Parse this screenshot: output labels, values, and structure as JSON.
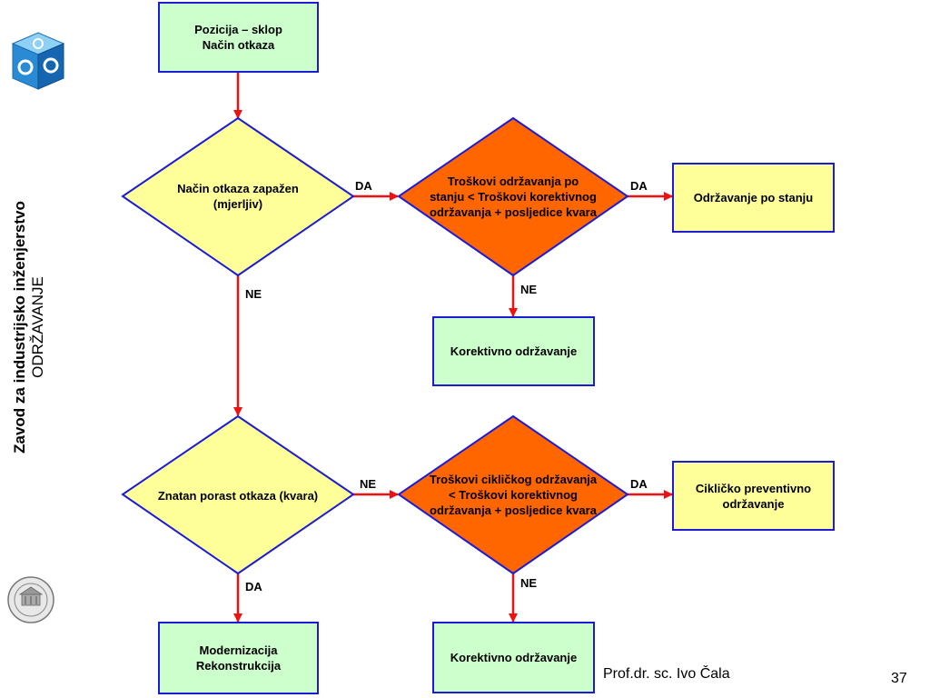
{
  "sidebar": {
    "institution": "Zavod za industrijsko inženjerstvo",
    "department": "ODRŽAVANJE"
  },
  "colors": {
    "process_fill": "#ccffcc",
    "decision_fill": "#ffff99",
    "cost_decision_fill": "#ff6600",
    "result_fill": "#ffff99",
    "border": "#1c1cd6",
    "arrow": "#ee1111"
  },
  "icons": [
    "logo-cube-icon",
    "university-seal-icon"
  ],
  "nodes": {
    "start": "Pozicija – sklop\nNačin otkaza",
    "decision_observed": "Način otkaza zapažen\n(mjerljiv)",
    "decision_cost_condition": "Troškovi održavanja po\nstanju < Troškovi korektivnog\nodržavanja + posljedice kvara",
    "result_condition_maintenance": "Održavanje po stanju",
    "result_corrective_1": "Korektivno održavanje",
    "decision_failure_rate": "Znatan porast otkaza (kvara)",
    "decision_cost_cyclic": "Troškovi cikličkog održavanja\n< Troškovi korektivnog\nodržavanja + posljedice kvara",
    "result_cyclic_preventive": "Cikličko preventivno\nodržavanje",
    "result_modernization": "Modernizacija\nRekonstrukcija",
    "result_corrective_2": "Korektivno održavanje"
  },
  "edges": {
    "observed_yes": "DA",
    "observed_no": "NE",
    "cost_condition_yes": "DA",
    "cost_condition_no": "NE",
    "failure_rate_no": "NE",
    "failure_rate_yes": "DA",
    "cost_cyclic_yes": "DA",
    "cost_cyclic_no": "NE"
  },
  "footer": {
    "author": "Prof.dr. sc. Ivo Čala",
    "page_number": "37"
  }
}
